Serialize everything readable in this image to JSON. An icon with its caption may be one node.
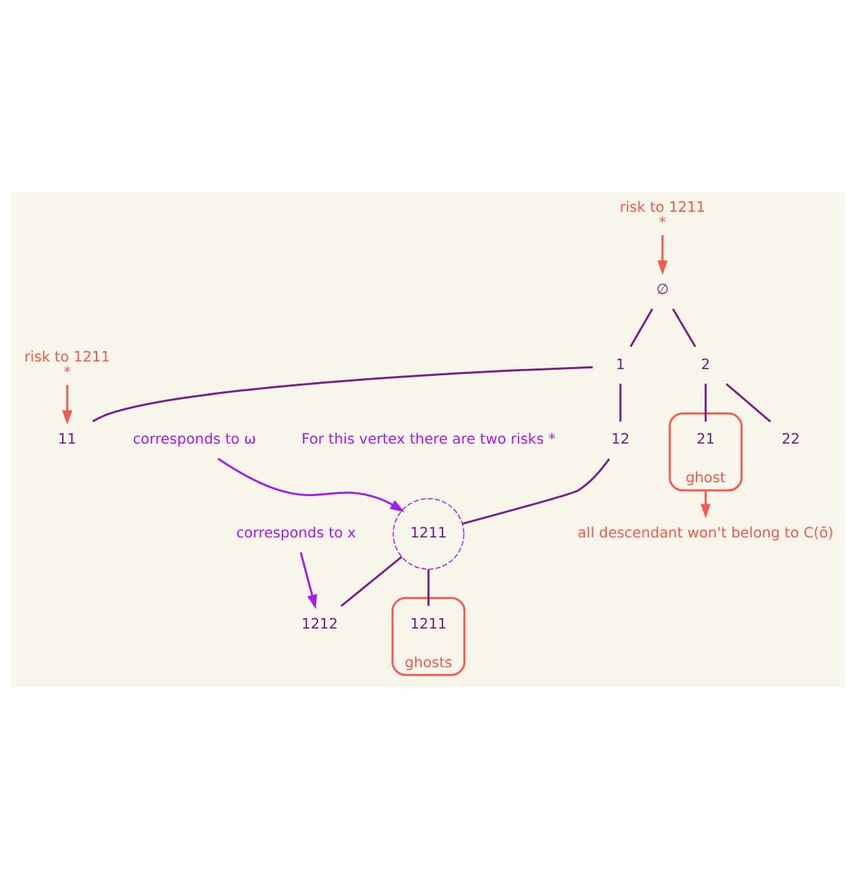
{
  "diagram": {
    "nodes": [
      {
        "text": [
          "∅"
        ]
      },
      {
        "text": [
          "1"
        ]
      },
      {
        "text": [
          "2"
        ]
      },
      {
        "text": [
          "11"
        ]
      },
      {
        "text": [
          "12"
        ]
      },
      {
        "text": [
          "ghost"
        ]
      },
      {
        "text": [
          "21"
        ],
        "in": 5
      },
      {
        "text": [
          "22"
        ]
      },
      {
        "text": [
          "1211"
        ]
      },
      {
        "text": [
          "ghosts"
        ]
      },
      {
        "text": [
          "1211"
        ],
        "in": 9
      },
      {
        "text": [
          "1212"
        ]
      },
      {
        "text": [
          "risk to 1211",
          "*"
        ]
      },
      {
        "text": [
          "risk to 1211",
          "*"
        ]
      },
      {
        "text": [
          "all descendant won't belong to C(ō)"
        ]
      },
      {
        "text": [
          "corresponds to ω"
        ]
      },
      {
        "text": [
          "corresponds to x"
        ]
      }
    ],
    "edges": [
      {
        "from": 12,
        "to": 0,
        "arrow": "to",
        "color": "#f25a52"
      },
      {
        "from": 0,
        "to": 1,
        "arrow": "none"
      },
      {
        "from": 0,
        "to": 2,
        "arrow": "none"
      },
      {
        "from": 13,
        "to": 3,
        "arrow": "to",
        "color": "#f25a52"
      },
      {
        "from": 1,
        "to": 3,
        "arrow": "none"
      },
      {
        "from": 1,
        "to": 4,
        "arrow": "none"
      },
      {
        "from": 2,
        "to": 6,
        "arrow": "none"
      },
      {
        "from": 2,
        "to": 7,
        "arrow": "none"
      },
      {
        "from": 4,
        "to": 8,
        "arrow": "none"
      },
      {
        "from": 5,
        "to": 14,
        "arrow": "to",
        "color": "#f25a52"
      },
      {
        "from": 15,
        "to": 8,
        "arrow": "to",
        "color": "#a51cf0"
      },
      {
        "from": 8,
        "to": 10,
        "arrow": "none"
      },
      {
        "from": 8,
        "to": 11,
        "arrow": "none"
      },
      {
        "from": 16,
        "to": 11,
        "arrow": "to",
        "color": "#a51cf0"
      }
    ],
    "labels": [
      "For this vertex there are two risks *"
    ]
  }
}
